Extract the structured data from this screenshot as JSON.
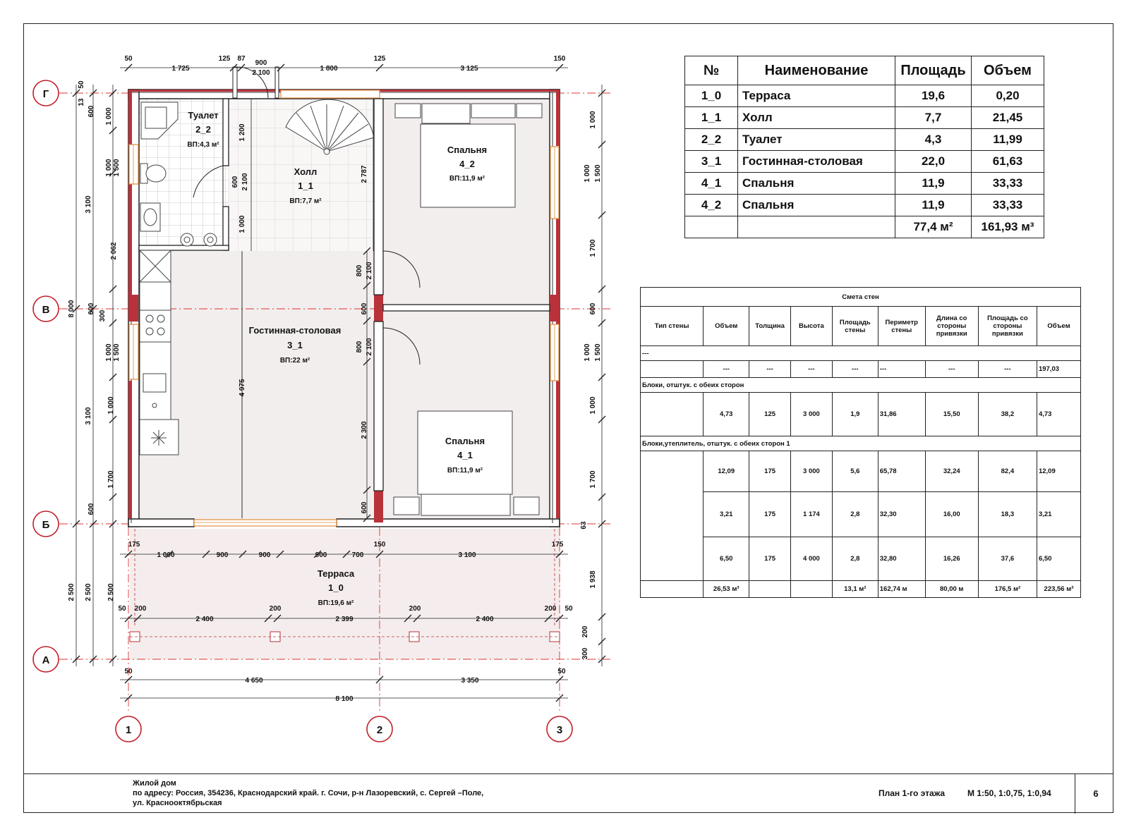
{
  "rooms_table": {
    "headers": [
      "№",
      "Наименование",
      "Площадь",
      "Объем"
    ],
    "rows": [
      {
        "num": "1_0",
        "name": "Терраса",
        "area": "19,6",
        "volume": "0,20"
      },
      {
        "num": "1_1",
        "name": "Холл",
        "area": "7,7",
        "volume": "21,45"
      },
      {
        "num": "2_2",
        "name": "Туалет",
        "area": "4,3",
        "volume": "11,99"
      },
      {
        "num": "3_1",
        "name": "Гостинная-столовая",
        "area": "22,0",
        "volume": "61,63"
      },
      {
        "num": "4_1",
        "name": "Спальня",
        "area": "11,9",
        "volume": "33,33"
      },
      {
        "num": "4_2",
        "name": "Спальня",
        "area": "11,9",
        "volume": "33,33"
      }
    ],
    "total_area": "77,4 м²",
    "total_volume": "161,93 м³"
  },
  "walls_table": {
    "title": "Смета стен",
    "headers": [
      "Тип стены",
      "Объем",
      "Толщина",
      "Высота",
      "Площадь стены",
      "Периметр стены",
      "Длина со стороны привязки",
      "Площадь со стороны привязки",
      "Объем"
    ],
    "sections": [
      {
        "label": "---",
        "rows": [
          [
            "",
            "---",
            "---",
            "---",
            "---",
            "---",
            "---",
            "---",
            "197,03"
          ]
        ]
      },
      {
        "label": "Блоки, отштук. с обеих сторон",
        "rows": [
          [
            "",
            "4,73",
            "125",
            "3 000",
            "1,9",
            "31,86",
            "15,50",
            "38,2",
            "4,73"
          ]
        ]
      },
      {
        "label": "Блоки,утеплитель, отштук. с обеих сторон 1",
        "rows": [
          [
            "",
            "12,09",
            "175",
            "3 000",
            "5,6",
            "65,78",
            "32,24",
            "82,4",
            "12,09"
          ],
          [
            "",
            "3,21",
            "175",
            "1 174",
            "2,8",
            "32,30",
            "16,00",
            "18,3",
            "3,21"
          ],
          [
            "",
            "6,50",
            "175",
            "4 000",
            "2,8",
            "32,80",
            "16,26",
            "37,6",
            "6,50"
          ]
        ]
      }
    ],
    "totals": [
      "",
      "26,53 м³",
      "",
      "",
      "13,1 м²",
      "162,74 м",
      "80,00 м",
      "176,5 м²",
      "223,56 м³"
    ]
  },
  "plan": {
    "axes_rows": [
      "Г",
      "В",
      "Б",
      "А"
    ],
    "axes_cols": [
      "1",
      "2",
      "3"
    ],
    "room_labels": [
      {
        "name": "Туалет",
        "num": "2_2",
        "area": "ВП:4,3 м²"
      },
      {
        "name": "Холл",
        "num": "1_1",
        "area": "ВП:7,7 м²"
      },
      {
        "name": "Спальня",
        "num": "4_2",
        "area": "ВП:11,9 м²"
      },
      {
        "name": "Гостинная-столовая",
        "num": "3_1",
        "area": "ВП:22 м²"
      },
      {
        "name": "Спальня",
        "num": "4_1",
        "area": "ВП:11,9 м²"
      },
      {
        "name": "Терраса",
        "num": "1_0",
        "area": "ВП:19,6 м²"
      }
    ],
    "top_dims": [
      "50",
      "1 725",
      "125",
      "87",
      "900",
      "2 100",
      "1 800",
      "125",
      "3 125",
      "150"
    ],
    "terrace_dims": [
      "175",
      "1 000",
      "900",
      "900",
      "900",
      "700",
      "150",
      "3 100",
      "175"
    ],
    "post_dims": [
      "50",
      "200",
      "2 400",
      "200",
      "2 399",
      "200",
      "2 400",
      "200",
      "50"
    ],
    "bottom_dims": [
      "50",
      "4 650",
      "3 350",
      "50",
      "8 100"
    ],
    "left_outer_dims": [
      "8 000",
      "2 500"
    ],
    "left_mid_dims": [
      "3 100",
      "3 100",
      "2 500"
    ],
    "left_inner_dims": [
      "50",
      "13",
      "600",
      "1 000",
      "1 500",
      "1 000",
      "600",
      "300",
      "1 500",
      "1 000",
      "1 000",
      "1 700",
      "600",
      "2 500"
    ],
    "right_dims": [
      "1 000",
      "1 000",
      "1 500",
      "1 700",
      "600",
      "1 000",
      "1 500",
      "1 000",
      "1 700",
      "63",
      "1 938",
      "200",
      "300"
    ],
    "interior_dims": [
      "1 200",
      "600",
      "2 100",
      "1 000",
      "2 787",
      "2 062",
      "800",
      "2 100",
      "600",
      "800",
      "2 100",
      "2 300",
      "600",
      "4 975"
    ]
  },
  "title_block": {
    "line1": "Жилой дом",
    "line2": "по адресу:  Россия, 354236, Краснодарский край. г. Сочи, р-н Лазоревский, с. Сергей –Поле,",
    "line3": "ул. Краснооктябрьская",
    "sheet_name": "План 1-го этажа",
    "scale": "М 1:50, 1:0,75, 1:0,94",
    "page": "6"
  }
}
